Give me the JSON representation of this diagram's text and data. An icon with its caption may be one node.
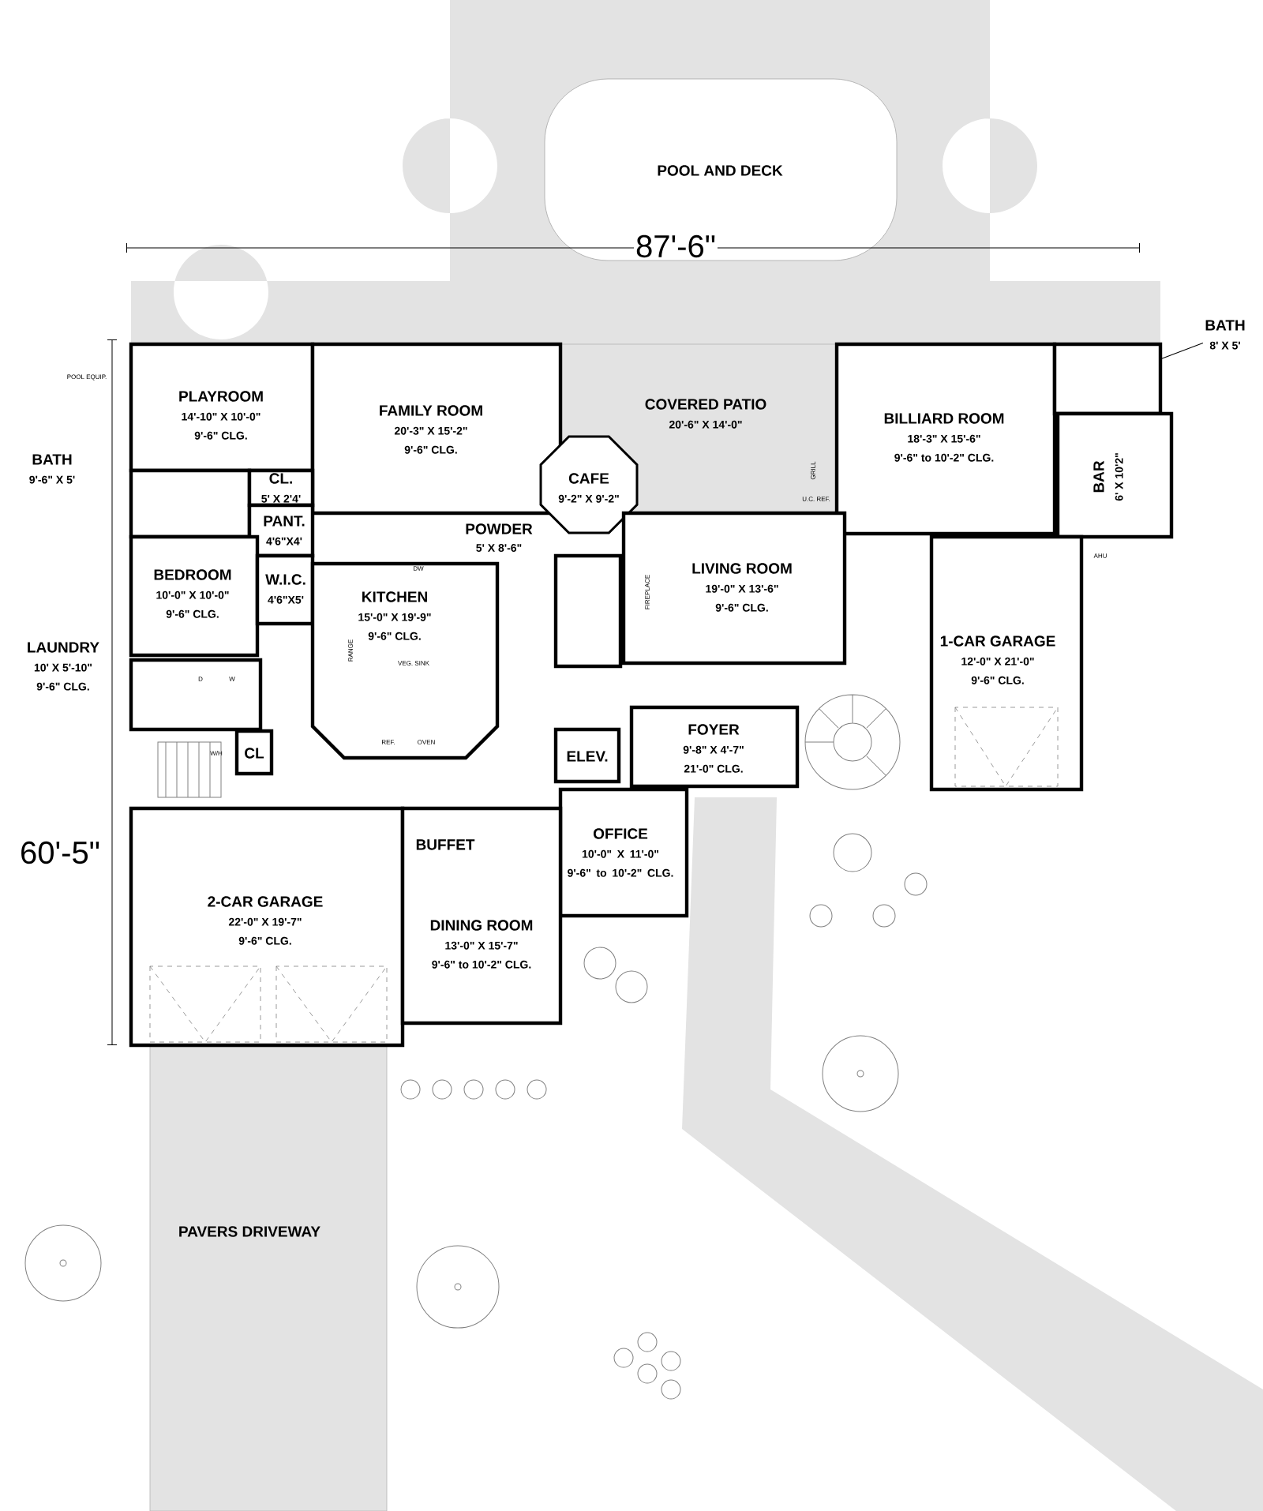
{
  "diagram": {
    "nodes": [
      {
        "text": [
          "POOL AND DECK"
        ]
      },
      {
        "text": [
          "PLAYROOM",
          "14'-10\" X 10'-0\"",
          "9'-6\" CLG."
        ]
      },
      {
        "text": [
          "FAMILY ROOM",
          "20'-3\" X 15'-2\"",
          "9'-6\" CLG."
        ]
      },
      {
        "text": [
          "COVERED PATIO",
          "20'-6\" X 14'-0\""
        ]
      },
      {
        "text": [
          "CAFE",
          "9'-2\" X 9'-2\""
        ]
      },
      {
        "text": [
          "BILLIARD ROOM",
          "18'-3\" X 15'-6\"",
          "9'-6\" to 10'-2\" CLG."
        ]
      },
      {
        "text": [],
        "shape": "box"
      },
      {
        "text": [],
        "shape": "box",
        "beside": [
          "BATH",
          "9'-6\" X 5'"
        ]
      },
      {
        "text": [
          "CL.",
          "5' X 2'4'"
        ]
      },
      {
        "text": [
          "PANT.",
          "4'6\"X4'"
        ]
      },
      {
        "text": [],
        "shape": "box"
      },
      {
        "text": [
          "BEDROOM",
          "10'-0\" X 10'-0\"",
          "9'-6\" CLG."
        ]
      },
      {
        "text": [
          "W.I.C.",
          "4'6\"X5'"
        ]
      },
      {
        "text": [
          "KITCHEN",
          "15'-0\" X 19'-9\"",
          "9'-6\" CLG."
        ]
      },
      {
        "text": [
          "LIVING ROOM",
          "19'-0\" X 13'-6\"",
          "9'-6\" CLG."
        ]
      },
      {
        "text": [
          "BAR",
          "6' X 10'2\""
        ]
      },
      {
        "text": [],
        "shape": "box",
        "beside": [
          "LAUNDRY",
          "10' X 5'-10\"",
          "9'-6\" CLG."
        ]
      },
      {
        "text": [
          "1-CAR GARAGE",
          "12'-0\" X 21'-0\"",
          "9'-6\" CLG."
        ]
      },
      {
        "text": [
          "CL"
        ]
      },
      {
        "text": [
          "ELEV."
        ]
      },
      {
        "text": [
          "FOYER",
          "9'-8\" X 4'-7\"",
          "21'-0\" CLG."
        ]
      },
      {
        "text": [
          "OFFICE",
          "10'-0\" X 11'-0\"",
          "9'-6\" to 10'-2\" CLG."
        ]
      },
      {
        "text": [
          "2-CAR GARAGE",
          "22'-0\" X 19'-7\"",
          "9'-6\" CLG."
        ]
      },
      {
        "text": [
          "DINING ROOM",
          "13'-0\" X 15'-7\"",
          "9'-6\" to 10'-2\" CLG."
        ]
      },
      {
        "text": [
          "PAVERS DRIVEWAY"
        ]
      },
      {
        "text": [
          "BATH",
          "8' X 5'"
        ]
      }
    ],
    "edges": [
      {
        "from": 25,
        "to": 6,
        "arrow": "none"
      }
    ],
    "labels": [
      "87'-6\"",
      "POOL EQUIP.",
      "DW",
      "GRILL",
      "U.C. REF.",
      "POWDER",
      "5' X 8'-6\"",
      "AHU",
      "FIREPLACE",
      "RANGE",
      "VEG. SINK",
      "D",
      "W",
      "W/H",
      "REF.",
      "OVEN",
      "60'-5\"",
      "BUFFET"
    ]
  }
}
